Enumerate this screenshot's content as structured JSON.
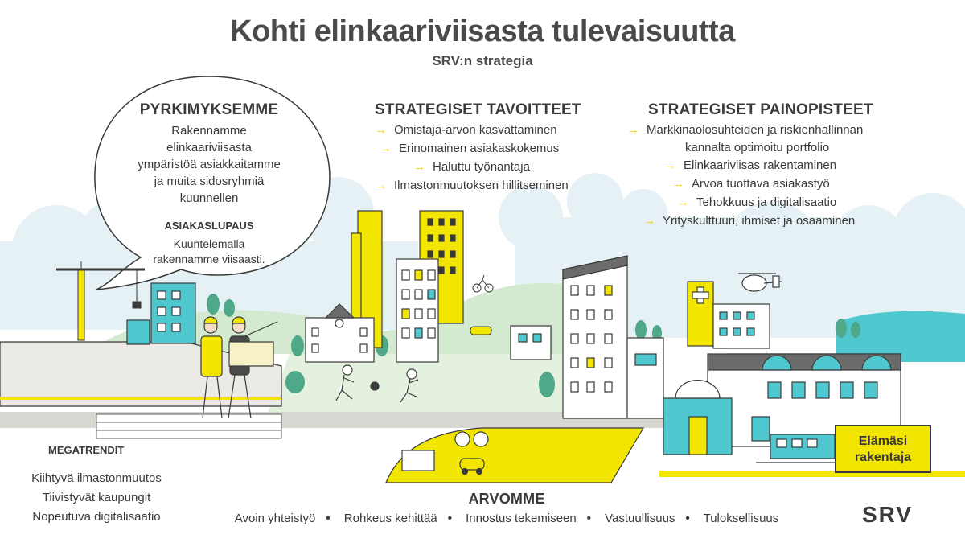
{
  "header": {
    "title": "Kohti elinkaariviisasta tulevaisuutta",
    "subtitle": "SRV:n strategia"
  },
  "aim": {
    "heading": "PYRKIMYKSEMME",
    "text_lines": [
      "Rakennamme",
      "elinkaariviisasta",
      "ympäristöä asiakkaitamme",
      "ja muita sidosryhmiä",
      "kuunnellen"
    ],
    "promise_heading": "ASIAKASLUPAUS",
    "promise_lines": [
      "Kuuntelemalla",
      "rakennamme viisaasti."
    ]
  },
  "goals": {
    "heading": "STRATEGISET TAVOITTEET",
    "items": [
      "Omistaja-arvon kasvattaminen",
      "Erinomainen asiakaskokemus",
      "Haluttu työnantaja",
      "Ilmastonmuutoksen hillitseminen"
    ]
  },
  "focus": {
    "heading": "STRATEGISET PAINOPISTEET",
    "items": [
      "Markkinaolosuhteiden ja riskienhallinnan",
      "kannalta optimoitu portfolio",
      "Elinkaariviisas rakentaminen",
      "Arvoa tuottava asiakastyö",
      "Tehokkuus ja digitalisaatio",
      "Yrityskulttuuri, ihmiset ja osaaminen"
    ]
  },
  "megatrends": {
    "heading": "MEGATRENDIT",
    "items": [
      "Kiihtyvä ilmastonmuutos",
      "Tiivistyvät kaupungit",
      "Nopeutuva digitalisaatio"
    ]
  },
  "values": {
    "heading": "ARVOMME",
    "items": [
      "Avoin yhteistyö",
      "Rohkeus kehittää",
      "Innostus tekemiseen",
      "Vastuullisuus",
      "Tuloksellisuus"
    ]
  },
  "badge": {
    "line1": "Elämäsi",
    "line2": "rakentaja"
  },
  "logo": "SRV",
  "colors": {
    "yellow": "#f2e500",
    "teal": "#4fc7cf",
    "green": "#7bbf8a",
    "dark": "#3a3a3a",
    "skyblue": "#e3f1f6"
  }
}
